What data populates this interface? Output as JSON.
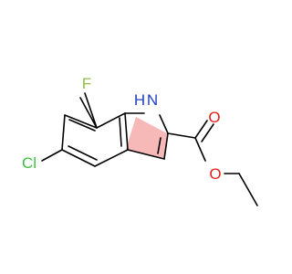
{
  "molecule": {
    "atoms": {
      "fluorine": "F",
      "nh_h": "H",
      "nh_n": "N",
      "carbonyl_o": "O",
      "ester_o": "O",
      "chlorine": "Cl"
    },
    "colors": {
      "fluorine": "#8fbf3f",
      "nitrogen": "#1f3fbf",
      "oxygen": "#e0201a",
      "chlorine": "#3fbf3f",
      "bond": "#000000",
      "highlight": "#f4a0a0"
    }
  }
}
